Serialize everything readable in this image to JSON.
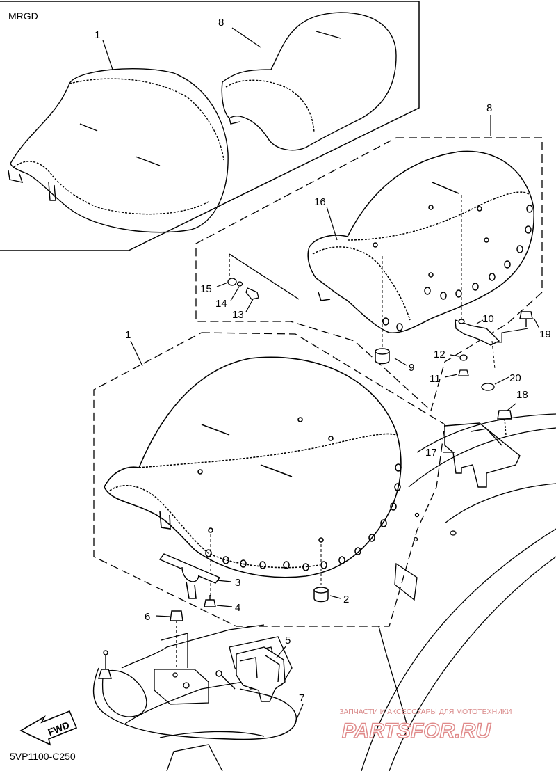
{
  "diagram": {
    "variant_label": "MRGD",
    "part_code": "5VP1100-C250",
    "direction_label": "FWD",
    "callouts": [
      {
        "id": "c1a",
        "text": "1"
      },
      {
        "id": "c8a",
        "text": "8"
      },
      {
        "id": "c8b",
        "text": "8"
      },
      {
        "id": "c16",
        "text": "16"
      },
      {
        "id": "c15",
        "text": "15"
      },
      {
        "id": "c14",
        "text": "14"
      },
      {
        "id": "c13",
        "text": "13"
      },
      {
        "id": "c10",
        "text": "10"
      },
      {
        "id": "c19",
        "text": "19"
      },
      {
        "id": "c12",
        "text": "12"
      },
      {
        "id": "c9",
        "text": "9"
      },
      {
        "id": "c11",
        "text": "11"
      },
      {
        "id": "c20",
        "text": "20"
      },
      {
        "id": "c1b",
        "text": "1"
      },
      {
        "id": "c18",
        "text": "18"
      },
      {
        "id": "c17",
        "text": "17"
      },
      {
        "id": "c3",
        "text": "3"
      },
      {
        "id": "c2",
        "text": "2"
      },
      {
        "id": "c4",
        "text": "4"
      },
      {
        "id": "c6",
        "text": "6"
      },
      {
        "id": "c5",
        "text": "5"
      },
      {
        "id": "c7",
        "text": "7"
      }
    ]
  },
  "watermark": {
    "tagline": "ЗАПЧАСТИ И АКСЕССУАРЫ ДЛЯ МОТОТЕХНИКИ",
    "logo_text": "PARTSFOR.RU",
    "color": "#e8a0a0"
  }
}
